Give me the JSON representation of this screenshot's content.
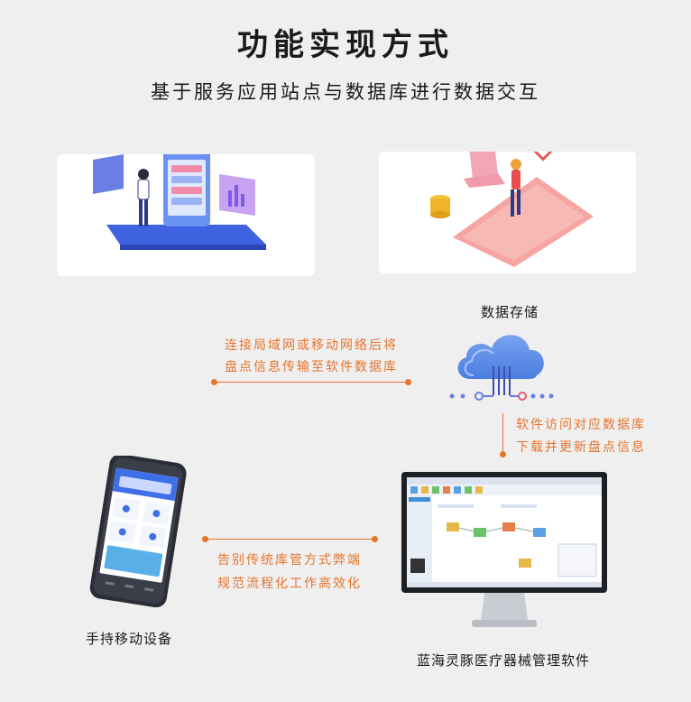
{
  "header": {
    "title": "功能实现方式",
    "subtitle": "基于服务应用站点与数据库进行数据交互"
  },
  "cloud": {
    "label": "数据存储"
  },
  "flow_left_top": {
    "line1": "连接局域网或移动网络后将",
    "line2": "盘点信息传输至软件数据库"
  },
  "flow_right": {
    "line1": "软件访问对应数据库",
    "line2": "下载并更新盘点信息"
  },
  "flow_left_bottom": {
    "line1": "告别传统库管方式弊端",
    "line2": "规范流程化工作高效化"
  },
  "device": {
    "label": "手持移动设备"
  },
  "software": {
    "label": "蓝海灵豚医疗器械管理软件"
  },
  "colors": {
    "accent": "#e8742b",
    "cloud_blue": "#4a7de0",
    "phone_blue": "#3f6fe8",
    "phone_pink": "#f28f8f"
  }
}
